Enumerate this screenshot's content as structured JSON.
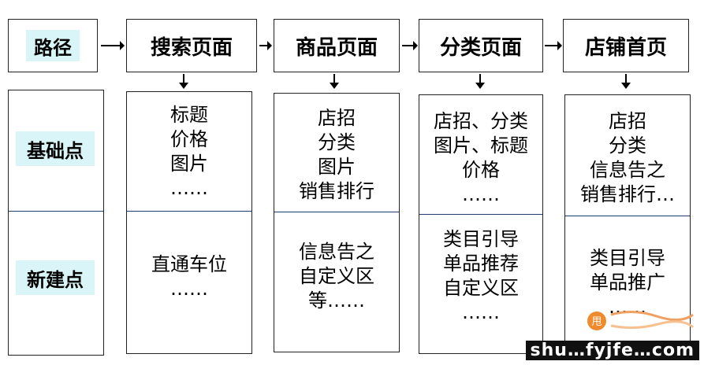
{
  "header": {
    "path_label": "路径",
    "steps": [
      "搜索页面",
      "商品页面",
      "分类页面",
      "店铺首页"
    ]
  },
  "row_labels": {
    "basic": "基础点",
    "new": "新建点"
  },
  "columns": [
    {
      "basic": [
        "标题",
        "价格",
        "图片",
        "……"
      ],
      "new": [
        "直通车位",
        "……"
      ]
    },
    {
      "basic": [
        "店招",
        "分类",
        "图片",
        "销售排行"
      ],
      "new": [
        "信息告之",
        "自定义区",
        "等……"
      ]
    },
    {
      "basic": [
        "店招、分类",
        "图片、标题",
        "价格",
        "……"
      ],
      "new": [
        "类目引导",
        "单品推荐",
        "自定义区",
        "……"
      ]
    },
    {
      "basic": [
        "店招",
        "分类",
        "信息告之",
        "销售排行…"
      ],
      "new": [
        "类目引导",
        "单品推广",
        "……"
      ]
    }
  ],
  "watermark": {
    "text": "shu…fyjfe…com"
  },
  "colors": {
    "tag_bg": "#d9f5f7",
    "divider": "#1f3b70"
  }
}
